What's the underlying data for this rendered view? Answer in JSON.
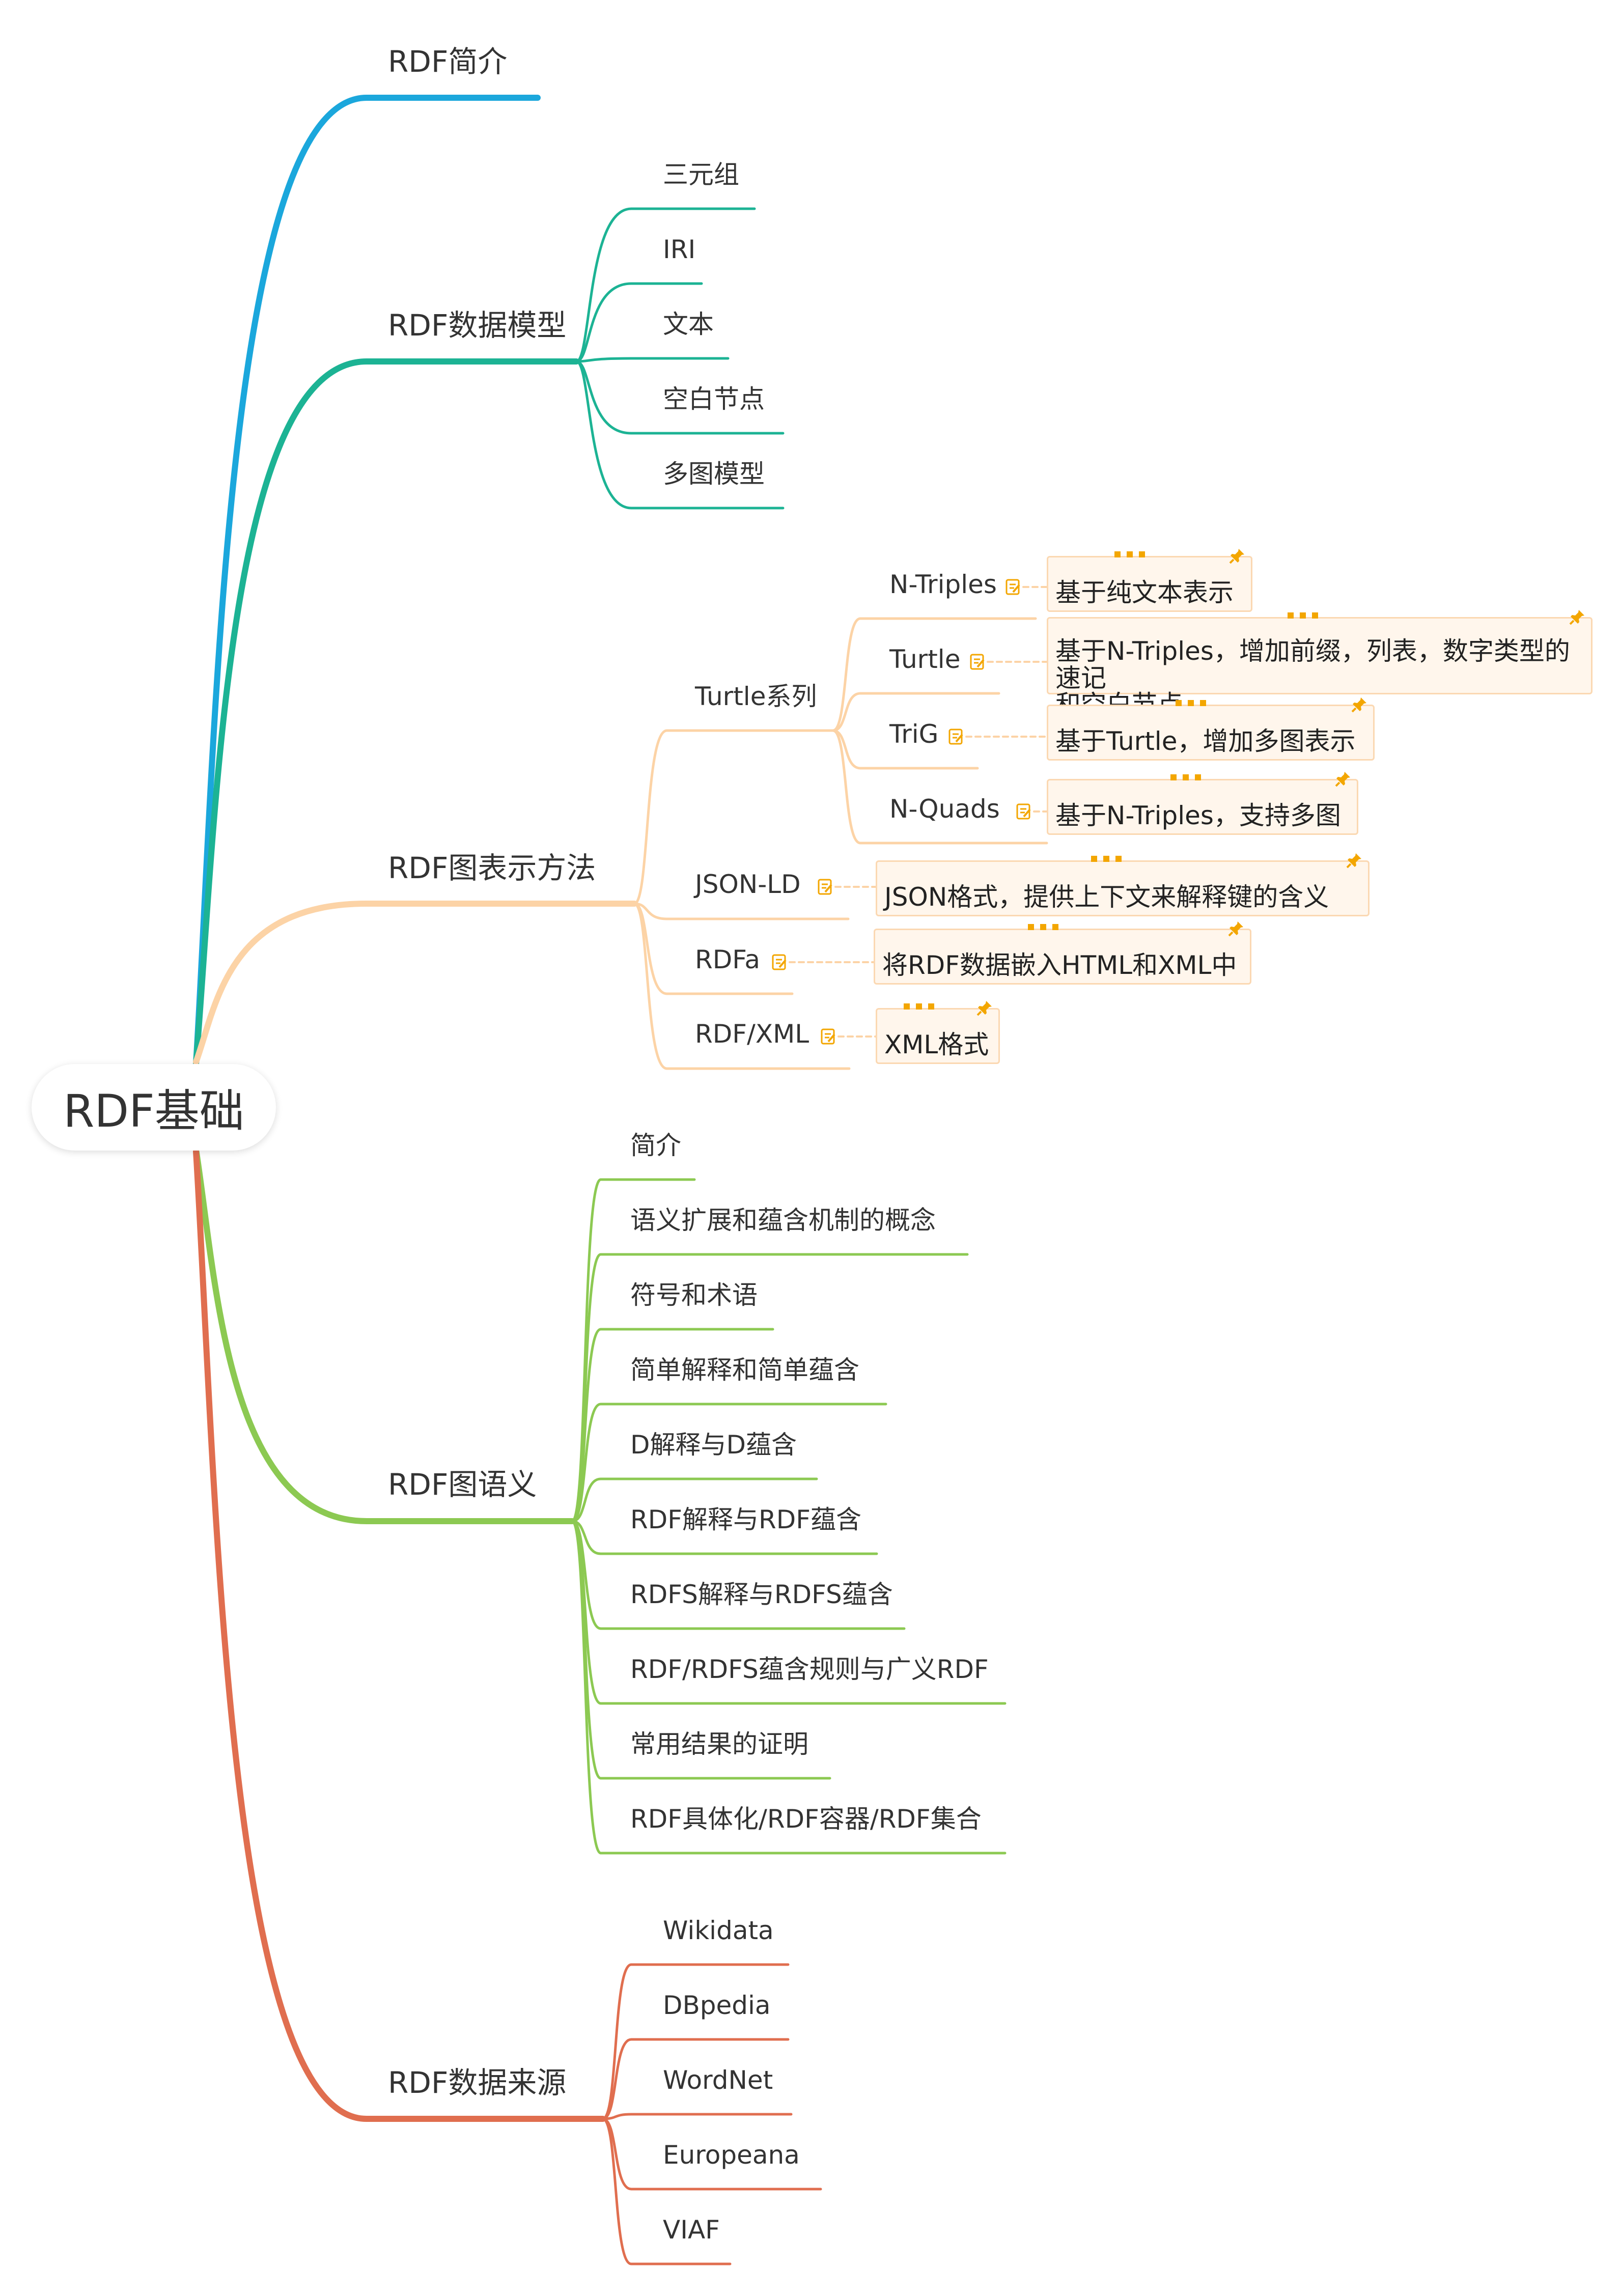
{
  "colors": {
    "intro": "#1ba7dc",
    "model": "#1cb394",
    "repr": "#fcd3a6",
    "semantics": "#8cc952",
    "sources": "#e06e4f",
    "note_bg": "#fff6ec",
    "note_border": "#fbd8b2",
    "icon": "#f3a600"
  },
  "root": {
    "label": "RDF基础"
  },
  "branches": {
    "intro": {
      "label": "RDF简介"
    },
    "model": {
      "label": "RDF数据模型",
      "children": [
        "三元组",
        "IRI",
        "文本",
        "空白节点",
        "多图模型"
      ]
    },
    "repr": {
      "label": "RDF图表示方法",
      "turtle_family": {
        "label": "Turtle系列",
        "children": [
          {
            "label": "N-Triples",
            "note": "基于纯文本表示"
          },
          {
            "label": "Turtle",
            "note": [
              "基于N-Triples，增加前缀，列表，数字类型的速记",
              "和空白节点"
            ]
          },
          {
            "label": "TriG",
            "note": "基于Turtle，增加多图表示"
          },
          {
            "label": "N-Quads",
            "note": "基于N-Triples，支持多图"
          }
        ]
      },
      "others": [
        {
          "label": "JSON-LD",
          "note": "JSON格式，提供上下文来解释键的含义"
        },
        {
          "label": "RDFa",
          "note": "将RDF数据嵌入HTML和XML中"
        },
        {
          "label": "RDF/XML",
          "note": "XML格式"
        }
      ]
    },
    "semantics": {
      "label": "RDF图语义",
      "children": [
        "简介",
        "语义扩展和蕴含机制的概念",
        "符号和术语",
        "简单解释和简单蕴含",
        "D解释与D蕴含",
        "RDF解释与RDF蕴含",
        "RDFS解释与RDFS蕴含",
        "RDF/RDFS蕴含规则与广义RDF",
        "常用结果的证明",
        "RDF具体化/RDF容器/RDF集合"
      ]
    },
    "sources": {
      "label": "RDF数据来源",
      "children": [
        "Wikidata",
        "DBpedia",
        "WordNet",
        "Europeana",
        "VIAF"
      ]
    }
  },
  "icons": {
    "note": "note-icon",
    "pin": "pin-icon",
    "dots": "more-dots-icon"
  }
}
